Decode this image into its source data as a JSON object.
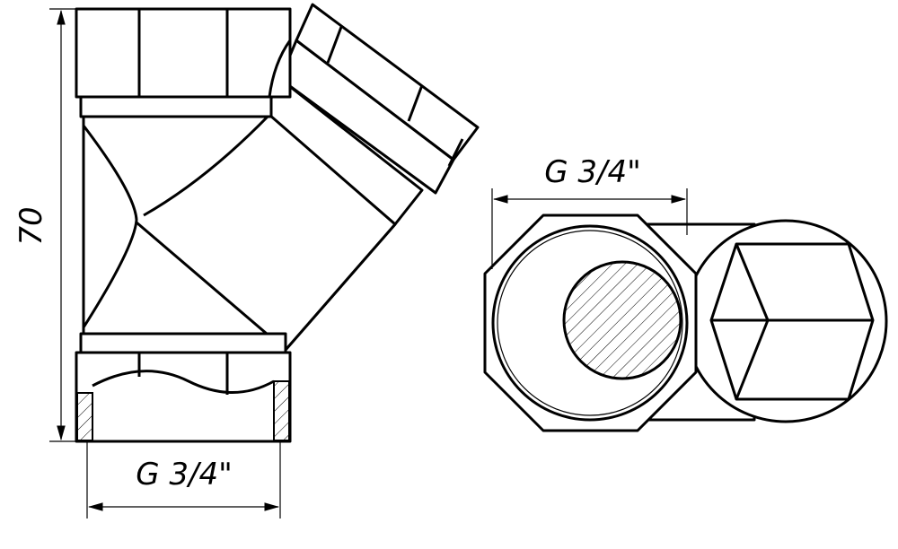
{
  "drawing": {
    "height_dimension": "70",
    "left_thread_label": "G 3/4\"",
    "right_thread_label": "G 3/4\""
  }
}
